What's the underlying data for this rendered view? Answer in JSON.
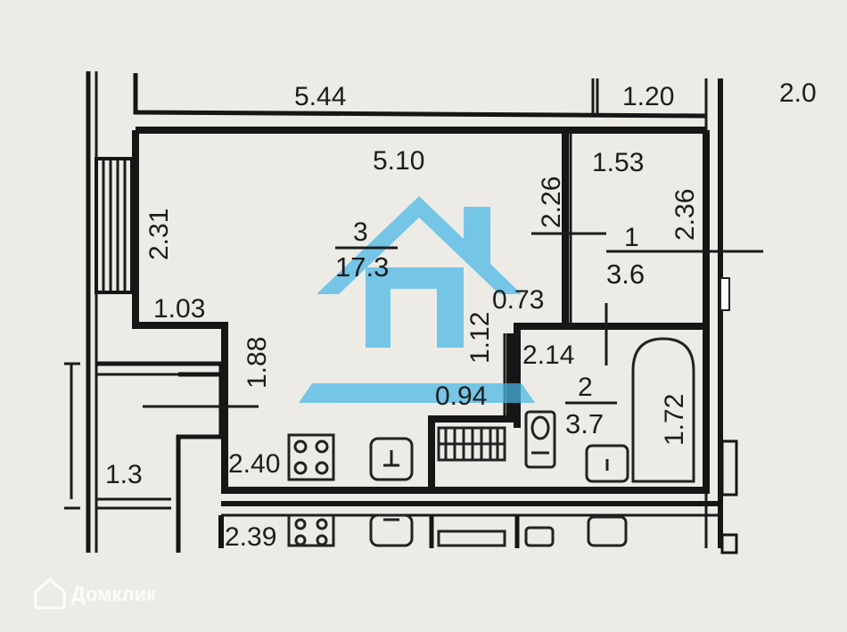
{
  "dimensions": {
    "top_width": "5.44",
    "top_right_width": "1.20",
    "outside_right": "2.0",
    "room_width": "5.10",
    "bath_top_width": "1.53",
    "left_depth": "2.31",
    "corridor_depth": "2.26",
    "bath_right_depth": "2.36",
    "left_step": "1.03",
    "left_lower_depth": "1.88",
    "closet_width": "0.73",
    "closet_depth": "1.12",
    "wc_width": "2.14",
    "niche_width": "0.94",
    "tub_length": "1.72",
    "kitchen_width": "2.40",
    "lower_kitchen_width": "2.39",
    "balcony_width": "1.3"
  },
  "rooms": [
    {
      "number": "3",
      "area": "17.3"
    },
    {
      "number": "1",
      "area": "3.6"
    },
    {
      "number": "2",
      "area": "3.7"
    }
  ],
  "watermark": {
    "brand": "Домклик",
    "logo_color": "#47b7e6",
    "icon": "house-logo-icon"
  },
  "colors": {
    "paper": "#ecebe6",
    "ink": "#161616"
  }
}
